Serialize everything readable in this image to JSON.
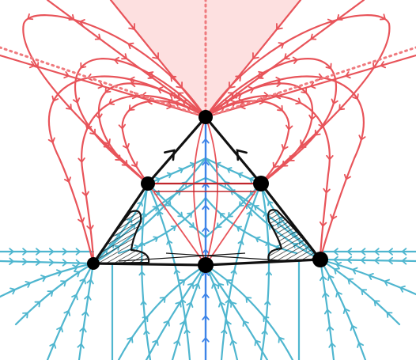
{
  "figure": {
    "background": "#ffffff",
    "palette": {
      "red_flow": "#e8545a",
      "red_dotted": "#ef7a7e",
      "red_cone_fill": "#fde0e0",
      "blue_flow": "#4fb6cf",
      "blue_center": "#3d84e8",
      "triangle_edge": "#111111",
      "inner_red": "#c0262c",
      "node_fill": "#000000"
    },
    "nodes": [
      {
        "id": "top",
        "semantic": "vertex"
      },
      {
        "id": "upper-left",
        "semantic": "edge-midpoint"
      },
      {
        "id": "upper-right",
        "semantic": "edge-midpoint"
      },
      {
        "id": "bottom-left",
        "semantic": "vertex"
      },
      {
        "id": "bottom-middle",
        "semantic": "edge-midpoint"
      },
      {
        "id": "bottom-right",
        "semantic": "vertex"
      }
    ],
    "icons": {
      "arrowhead": "chevron-arrow-icon",
      "hatched_region": "hatched-fin-icon"
    }
  }
}
